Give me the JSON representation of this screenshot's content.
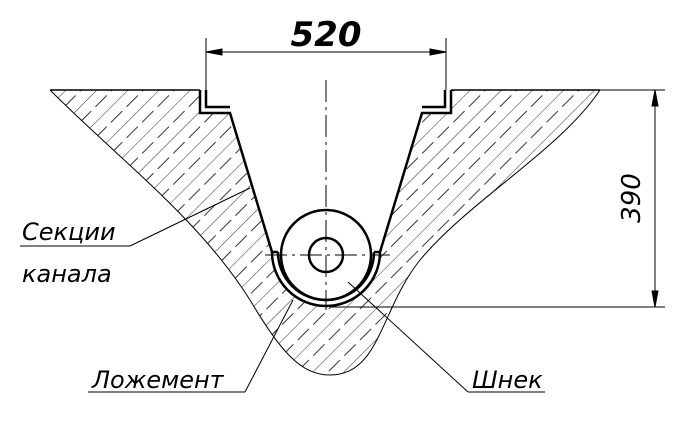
{
  "dimensions": {
    "width": "520",
    "height": "390"
  },
  "labels": {
    "sections_line1": "Секции",
    "sections_line2": "канала",
    "cradle": "Ложемент",
    "auger": "Шнек"
  },
  "colors": {
    "line": "#000000",
    "background": "#ffffff"
  }
}
